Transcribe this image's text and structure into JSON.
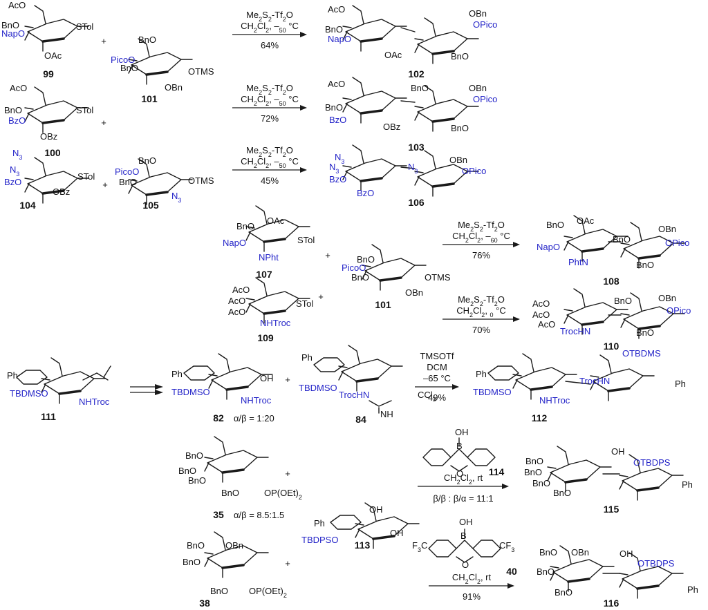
{
  "compounds": {
    "c99": {
      "num": "99",
      "labels": [
        "AcO",
        "BnO",
        "NapO",
        "STol",
        "OAc"
      ]
    },
    "c100": {
      "num": "100",
      "labels": [
        "AcO",
        "BnO",
        "BzO",
        "STol",
        "OBz"
      ]
    },
    "c101": {
      "num": "101",
      "labels": [
        "BnO",
        "PicoO",
        "BnO",
        "OTMS",
        "OBn"
      ]
    },
    "c101b": {
      "num": "101",
      "labels": [
        "BnO",
        "PicoO",
        "BnO",
        "OTMS",
        "OBn"
      ]
    },
    "c102": {
      "num": "102",
      "labels": [
        "AcO",
        "BnO",
        "NapO",
        "OAc",
        "OBn",
        "OPico",
        "BnO"
      ]
    },
    "c103": {
      "num": "103",
      "labels": [
        "AcO",
        "BnO",
        "BzO",
        "OBz",
        "BnO",
        "OBn",
        "OPico",
        "BnO"
      ]
    },
    "c104": {
      "num": "104",
      "labels": [
        "N3",
        "N3",
        "BzO",
        "STol",
        "OBz"
      ]
    },
    "c105": {
      "num": "105",
      "labels": [
        "BnO",
        "PicoO",
        "BnO",
        "OTMS",
        "N3"
      ]
    },
    "c106": {
      "num": "106",
      "labels": [
        "N3",
        "N3",
        "BzO",
        "BzO",
        "N3",
        "OBn",
        "OPico"
      ]
    },
    "c107": {
      "num": "107",
      "labels": [
        "BnO",
        "OAc",
        "NapO",
        "STol",
        "NPht"
      ]
    },
    "c108": {
      "num": "108",
      "labels": [
        "BnO",
        "OAc",
        "NapO",
        "PhtN",
        "BnO",
        "OBn",
        "OPico",
        "BnO"
      ]
    },
    "c109": {
      "num": "109",
      "labels": [
        "AcO",
        "AcO",
        "AcO",
        "STol",
        "NHTroc"
      ]
    },
    "c110": {
      "num": "110",
      "labels": [
        "AcO",
        "AcO",
        "AcO",
        "TrocHN",
        "BnO",
        "OBn",
        "OPico",
        "BnO"
      ]
    },
    "c111": {
      "num": "111",
      "labels": [
        "Ph",
        "TBDMSO",
        "NHTroc"
      ]
    },
    "c82": {
      "num": "82",
      "ratio": "α/β = 1:20",
      "labels": [
        "Ph",
        "TBDMSO",
        "OH",
        "NHTroc"
      ]
    },
    "c84": {
      "num": "84",
      "labels": [
        "Ph",
        "TBDMSO",
        "TrocHN",
        "CCl3",
        "NH"
      ]
    },
    "c112": {
      "num": "112",
      "labels": [
        "Ph",
        "TBDMSO",
        "TrocHN",
        "NHTroc",
        "OTBDMS",
        "Ph"
      ]
    },
    "c35": {
      "num": "35",
      "ratio": "α/β = 8.5:1.5",
      "labels": [
        "BnO",
        "BnO",
        "BnO",
        "BnO",
        "OP(OEt)2"
      ]
    },
    "c113": {
      "num": "113",
      "labels": [
        "Ph",
        "TBDPSO",
        "OH",
        "OH"
      ]
    },
    "c114": {
      "num": "114",
      "labels": [
        "OH",
        "B",
        "O"
      ]
    },
    "c115": {
      "num": "115",
      "labels": [
        "BnO",
        "BnO",
        "BnO",
        "BnO",
        "OH",
        "OTBDPS",
        "Ph"
      ]
    },
    "c38": {
      "num": "38",
      "labels": [
        "BnO",
        "OBn",
        "BnO",
        "BnO",
        "OP(OEt)2"
      ]
    },
    "c40": {
      "num": "40",
      "labels": [
        "OH",
        "B",
        "F3C",
        "CF3",
        "O"
      ]
    },
    "c116": {
      "num": "116",
      "labels": [
        "BnO",
        "OBn",
        "BnO",
        "BnO",
        "OH",
        "OTBDPS",
        "Ph"
      ]
    }
  },
  "reactions": [
    {
      "conditions": [
        "Me2S2-Tf2O",
        "CH2Cl2, –50 °C"
      ],
      "yield": "64%"
    },
    {
      "conditions": [
        "Me2S2-Tf2O",
        "CH2Cl2, –50 °C"
      ],
      "yield": "72%"
    },
    {
      "conditions": [
        "Me2S2-Tf2O",
        "CH2Cl2, –50 °C"
      ],
      "yield": "45%"
    },
    {
      "conditions": [
        "Me2S2-Tf2O",
        "CH2Cl2, –60 °C"
      ],
      "yield": "76%"
    },
    {
      "conditions": [
        "Me2S2-Tf2O",
        "CH2Cl2, 0 °C"
      ],
      "yield": "70%"
    },
    {
      "conditions": [
        "TMSOTf",
        "DCM",
        "–65 °C"
      ],
      "yield": "49%"
    },
    {
      "conditions": [
        "CH2Cl2, rt"
      ],
      "selectivity": "β/β : β/α = 11:1"
    },
    {
      "conditions": [
        "CH2Cl2, rt"
      ],
      "yield": "91%"
    }
  ],
  "plus": "+",
  "colors": {
    "protecting_group": "#2424c8",
    "ink": "#111111"
  }
}
